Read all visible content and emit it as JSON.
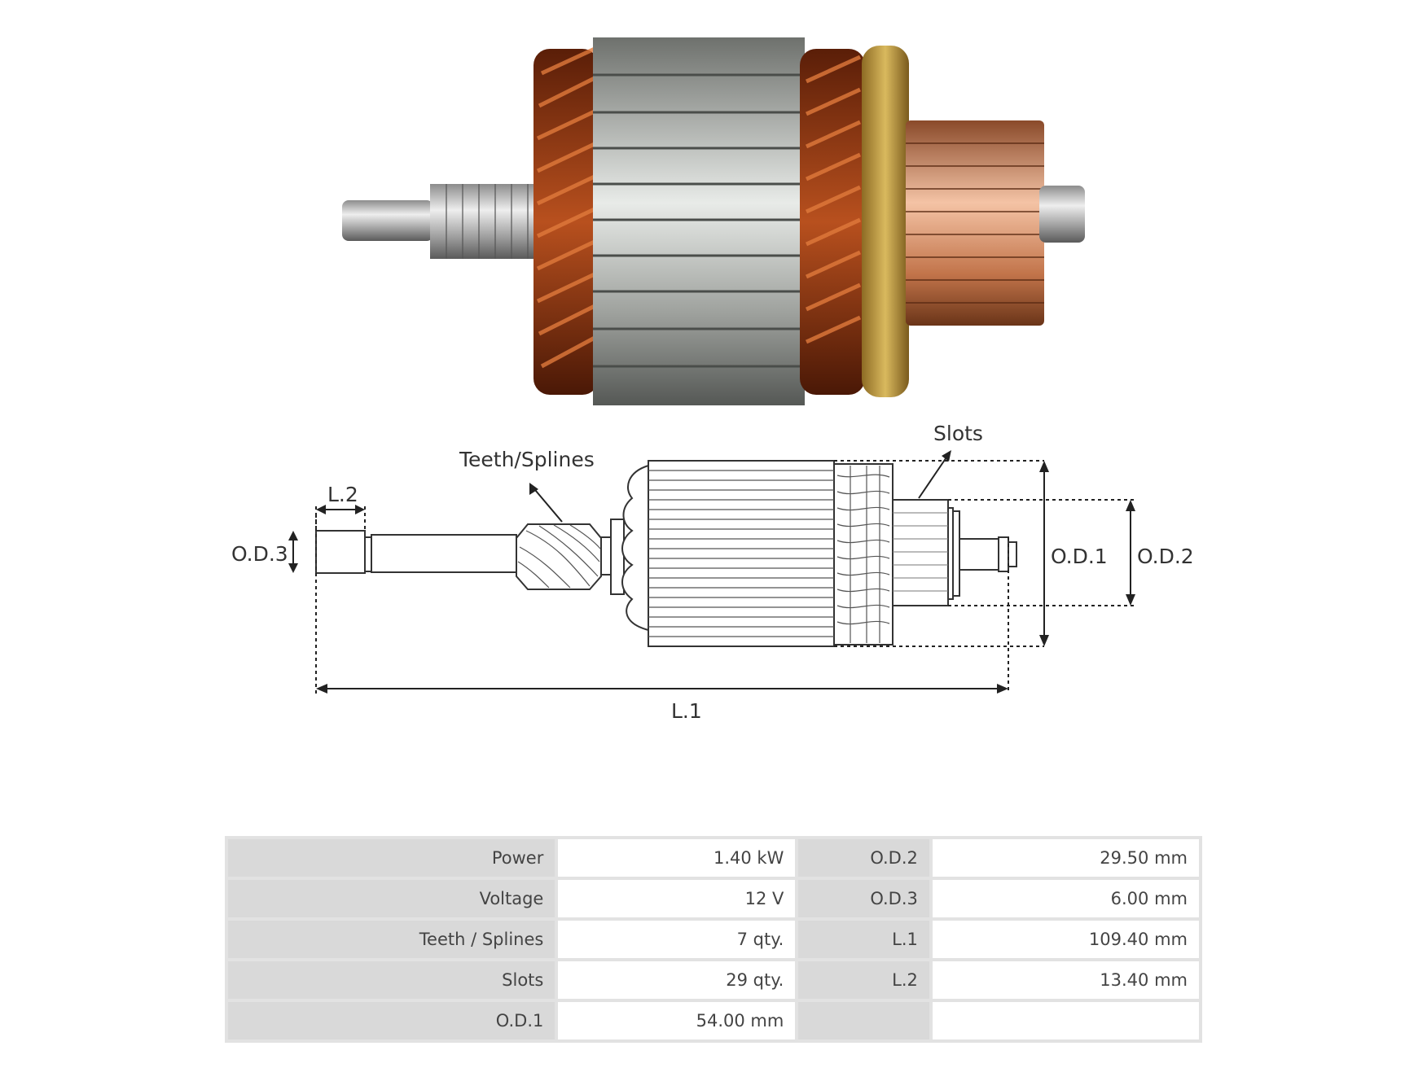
{
  "diagram": {
    "teeth_label": "Teeth/Splines",
    "slots_label": "Slots",
    "l2_label": "L.2",
    "od3_label": "O.D.3",
    "od1_label": "O.D.1",
    "od2_label": "O.D.2",
    "l1_label": "L.1"
  },
  "specs": {
    "rows": [
      {
        "left_label": "Power",
        "left_value": "1.40 kW",
        "right_label": "O.D.2",
        "right_value": "29.50 mm"
      },
      {
        "left_label": "Voltage",
        "left_value": "12 V",
        "right_label": "O.D.3",
        "right_value": "6.00 mm"
      },
      {
        "left_label": "Teeth / Splines",
        "left_value": "7 qty.",
        "right_label": "L.1",
        "right_value": "109.40 mm"
      },
      {
        "left_label": "Slots",
        "left_value": "29 qty.",
        "right_label": "L.2",
        "right_value": "13.40 mm"
      },
      {
        "left_label": "O.D.1",
        "left_value": "54.00 mm",
        "right_label": "",
        "right_value": ""
      }
    ]
  },
  "colors": {
    "copper": "#c0501e",
    "commutator": "#d98a5e",
    "steel": "#a9aca8",
    "insulator": "#c9a548"
  }
}
